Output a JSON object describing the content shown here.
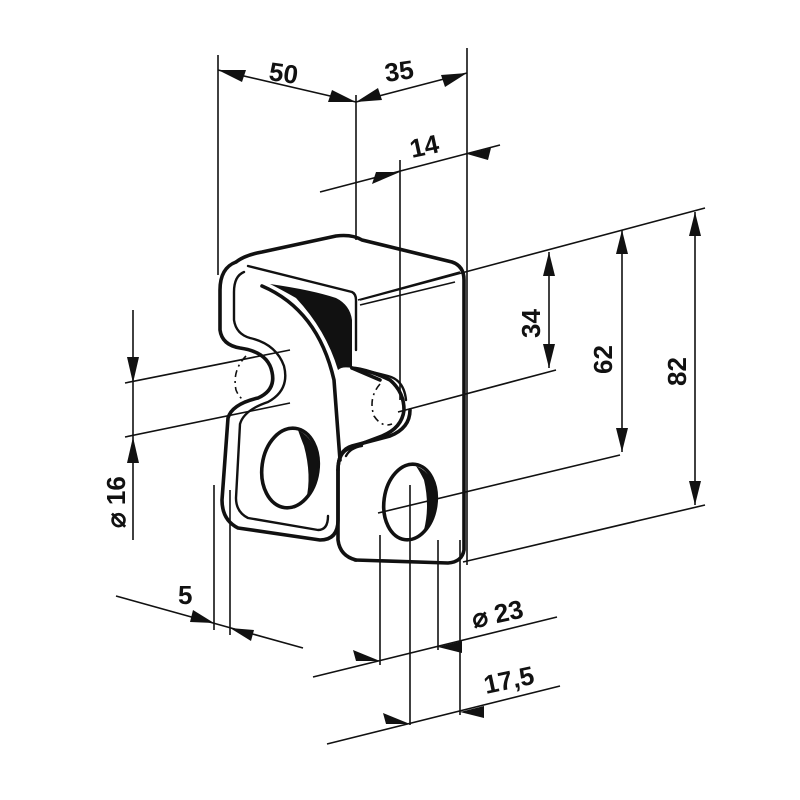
{
  "drawing": {
    "title": "Bracket dimensional drawing",
    "part": "latch / catch bracket (isometric view)",
    "line_color": "#111111",
    "background": "#ffffff"
  },
  "dimensions": {
    "width_left": "50",
    "width_right": "35",
    "offset_14": "14",
    "height_34": "34",
    "height_62": "62",
    "height_82": "82",
    "pin_diameter": "⌀ 16",
    "thickness": "5",
    "hole_diameter": "⌀ 23",
    "hole_offset": "17,5"
  }
}
